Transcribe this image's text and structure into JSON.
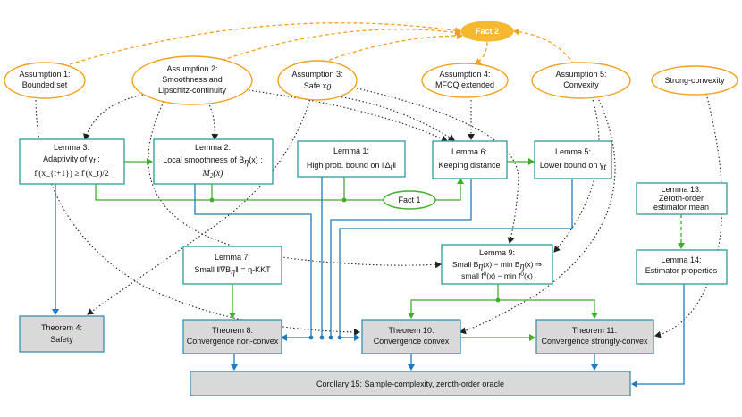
{
  "colors": {
    "orange": "#f5a11c",
    "fact2_fill": "#f5b82e",
    "teal": "#2a9d9a",
    "green": "#3fae29",
    "blue": "#1f7bbf",
    "black": "#222222",
    "gray_fill": "#d9d9d9",
    "gray_stroke": "#3a8fb0"
  },
  "assumptions": {
    "a1": {
      "line1": "Assumption 1:",
      "line2": "Bounded set"
    },
    "a2": {
      "line1": "Assumption 2:",
      "line2": "Smoothness and",
      "line3": "Lipschitz-continuity"
    },
    "a3": {
      "line1": "Assumption 3:",
      "line2": "Safe x",
      "sub": "0"
    },
    "a4": {
      "line1": "Assumption 4:",
      "line2": "MFCQ extended"
    },
    "a5": {
      "line1": "Assumption 5:",
      "line2": "Convexity"
    },
    "a6": {
      "line1": "Strong-convexity"
    }
  },
  "facts": {
    "fact1": "Fact 1",
    "fact2": "Fact 2"
  },
  "lemmas": {
    "l1": {
      "line1": "Lemma 1:",
      "line2": "High prob. bound on ‖Δ",
      "sub": "t",
      "tail": "‖"
    },
    "l2": {
      "line1": "Lemma 2:",
      "line2": "Local smoothness of B",
      "sub": "η",
      "tail": "(x) :",
      "line3": "M",
      "line3_sub": "2",
      "line3_tail": "(x)"
    },
    "l3": {
      "line1": "Lemma 3:",
      "line2": "Adaptivity of γ",
      "sub": "t",
      "tail": " :",
      "line3": "f'(x_{t+1}) ≥ f'(x_t)/2"
    },
    "l5": {
      "line1": "Lemma 5:",
      "line2": "Lower bound on γ",
      "sub": "t"
    },
    "l6": {
      "line1": "Lemma 6:",
      "line2": "Keeping distance"
    },
    "l7": {
      "line1": "Lemma 7:",
      "line2": "Small ‖∇B",
      "sub": "η",
      "tail": "‖ = η-KKT"
    },
    "l9": {
      "line1": "Lemma 9:",
      "line2": "Small B",
      "line2_sub": "η",
      "line2_mid": "(x) − min B",
      "line2_sub2": "η",
      "line2_tail": "(x) ⇒",
      "line3": "small f",
      "line3_sup": "0",
      "line3_mid": "(x) − min f",
      "line3_sup2": "0",
      "line3_tail": "(x)"
    },
    "l13": {
      "line1": "Lemma 13:",
      "line2": "Zeroth-order",
      "line3": "estimator mean"
    },
    "l14": {
      "line1": "Lemma 14:",
      "line2": "Estimator properties"
    }
  },
  "theorems": {
    "t4": {
      "line1": "Theorem 4:",
      "line2": "Safety"
    },
    "t8": {
      "line1": "Theorem 8:",
      "line2": "Convergence non-convex"
    },
    "t10": {
      "line1": "Theorem 10:",
      "line2": "Convergence convex"
    },
    "t11": {
      "line1": "Theorem 11:",
      "line2": "Convergence strongly-convex"
    }
  },
  "corollary": {
    "label": "Corollary 15: Sample-complexity, zeroth-order oracle"
  }
}
